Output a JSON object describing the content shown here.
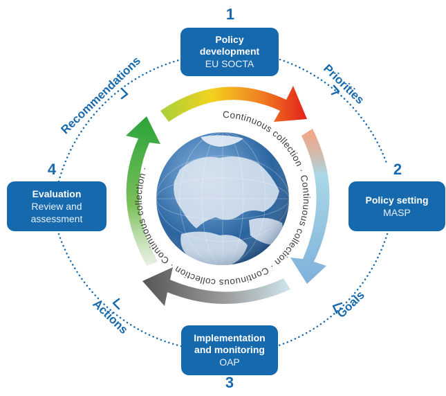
{
  "ring_text": "Continuous collection · Continuous collection · Continuous collection · Continuous collection ·",
  "steps": [
    {
      "number": "1",
      "title_line1": "Policy",
      "title_line2": "development",
      "subtitle": "EU SOCTA"
    },
    {
      "number": "2",
      "title_line1": "Policy setting",
      "subtitle": "MASP"
    },
    {
      "number": "3",
      "title_line1": "Implementation",
      "title_line2": "and monitoring",
      "subtitle": "OAP"
    },
    {
      "number": "4",
      "title_line1": "Evaluation",
      "subtitle_line1": "Review and",
      "subtitle_line2": "assessment"
    }
  ],
  "flows": {
    "recommendations": "Recommendations",
    "priorities": "Priorities",
    "goals": "Goals",
    "actions": "Actions"
  },
  "colors": {
    "box": "#1769ad",
    "dotted": "#1769ad",
    "arrow_red": "#e32119",
    "arrow_green": "#2aa33a",
    "arrow_dark": "#5a5a5a",
    "arrow_blue": "#8cb8dd",
    "globe_ocean": "#2f6aa6",
    "globe_land": "#c5d6e8"
  }
}
